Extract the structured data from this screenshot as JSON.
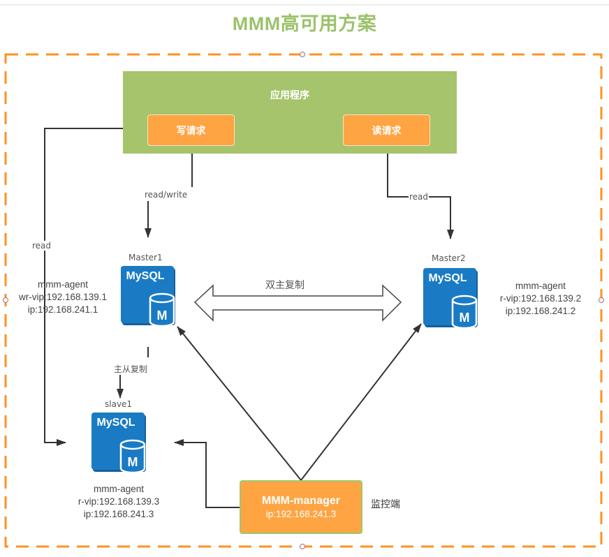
{
  "title": "MMM高可用方案",
  "app": {
    "title": "应用程序",
    "write_request": "写请求",
    "read_request": "读请求"
  },
  "edges": {
    "read_write": "read/write",
    "read_right": "read",
    "read_left": "read",
    "dual_master": "双主复制",
    "master_slave": "主从复制"
  },
  "nodes": {
    "master1": {
      "name": "Master1",
      "logo": "MySQL",
      "badge": "M",
      "agent": "mmm-agent",
      "vip": "wr-vip:192.168.139.1",
      "ip": "ip:192.168.241.1"
    },
    "master2": {
      "name": "Master2",
      "logo": "MySQL",
      "badge": "M",
      "agent": "mmm-agent",
      "vip": "r-vip:192.168.139.2",
      "ip": "ip:192.168.241.2"
    },
    "slave1": {
      "name": "slave1",
      "logo": "MySQL",
      "badge": "M",
      "agent": "mmm-agent",
      "vip": "r-vip:192.168.139.3",
      "ip": "ip:192.168.241.3"
    }
  },
  "manager": {
    "name": "MMM-manager",
    "ip": "ip:192.168.241.3",
    "role": "监控端"
  },
  "colors": {
    "title_green": "#9bc26a",
    "app_green": "#a5c46b",
    "orange": "#ffa443",
    "dashed_border": "#ff9124",
    "mysql_blue": "#1a7bc4",
    "arrow": "#333333"
  }
}
